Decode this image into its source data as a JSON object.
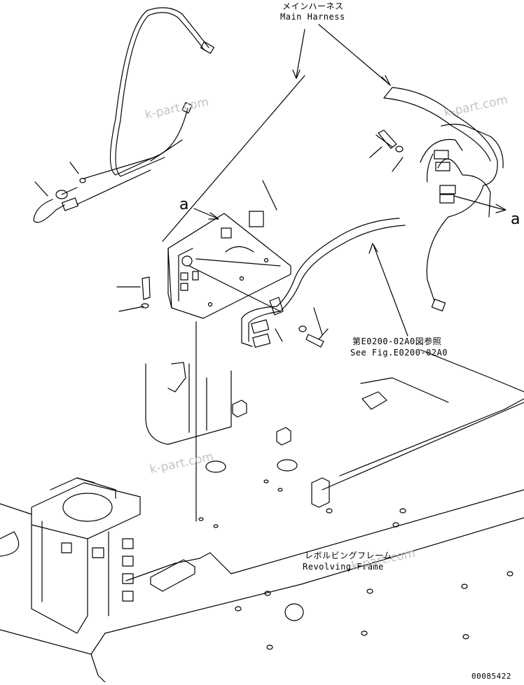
{
  "labels": {
    "main_harness_jp": "メインハーネス",
    "main_harness_en": "Main Harness",
    "callout_a_left": "a",
    "callout_a_right": "a",
    "see_fig_jp": "第E0200-02A0図参照",
    "see_fig_en": "See Fig.E0200-02A0",
    "revolving_frame_jp": "レボルビングフレーム",
    "revolving_frame_en": "Revolving Frame",
    "drawing_number": "00085422"
  },
  "watermarks": [
    "k-part.com",
    "k-part.com",
    "k-part.com",
    "k-part.com"
  ],
  "colors": {
    "line": "#000000",
    "watermark": "#b9b9b9",
    "background": "#ffffff"
  }
}
